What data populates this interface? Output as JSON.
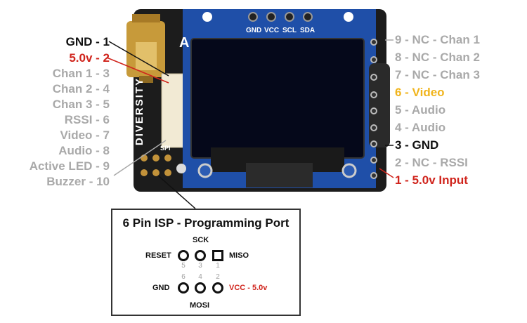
{
  "left_labels": [
    {
      "text": "GND - 1",
      "color": "#111111"
    },
    {
      "text": "5.0v - 2",
      "color": "#d0241c"
    },
    {
      "text": "Chan 1 - 3",
      "color": "#a9a9a9"
    },
    {
      "text": "Chan 2 - 4",
      "color": "#a9a9a9"
    },
    {
      "text": "Chan 3 - 5",
      "color": "#a9a9a9"
    },
    {
      "text": "RSSI - 6",
      "color": "#a9a9a9"
    },
    {
      "text": "Video - 7",
      "color": "#a9a9a9"
    },
    {
      "text": "Audio - 8",
      "color": "#a9a9a9"
    },
    {
      "text": "Active LED - 9",
      "color": "#a9a9a9"
    },
    {
      "text": "Buzzer - 10",
      "color": "#a9a9a9"
    }
  ],
  "right_labels": [
    {
      "text": "9 - NC - Chan 1",
      "color": "#a9a9a9"
    },
    {
      "text": "8 - NC - Chan 2",
      "color": "#a9a9a9"
    },
    {
      "text": "7 - NC - Chan 3",
      "color": "#a9a9a9"
    },
    {
      "text": "6 - Video",
      "color": "#f0b41c"
    },
    {
      "text": "5 - Audio",
      "color": "#a9a9a9"
    },
    {
      "text": "4 - Audio",
      "color": "#a9a9a9"
    },
    {
      "text": "3 - GND",
      "color": "#111111"
    },
    {
      "text": "2 - NC - RSSI",
      "color": "#a9a9a9"
    },
    {
      "text": "1 - 5.0v Input",
      "color": "#d0241c"
    }
  ],
  "board": {
    "diversity": "DIVERSITY",
    "antenna_mark": "A",
    "spi": "SPI",
    "oled_pins": [
      "GND",
      "VCC",
      "SCL",
      "SDA"
    ]
  },
  "isp": {
    "title": "6 Pin ISP - Programming Port",
    "sck": "SCK",
    "mosi": "MOSI",
    "reset": "RESET",
    "miso": "MISO",
    "gnd": "GND",
    "vcc": "VCC - 5.0v",
    "top_numbers": [
      "5",
      "3",
      "1"
    ],
    "bottom_numbers": [
      "6",
      "4",
      "2"
    ]
  },
  "colors": {
    "pcb": "#1c1c1c",
    "oled_pcb": "#1f4fa8",
    "screen": "#05081a",
    "red": "#d0241c",
    "gold": "#f0b41c"
  }
}
